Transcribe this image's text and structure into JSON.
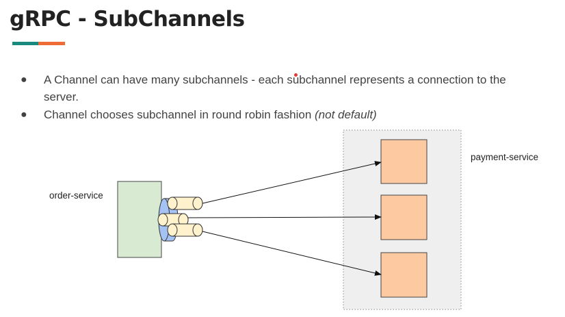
{
  "slide": {
    "title": "gRPC - SubChannels",
    "accent_colors": [
      "#1a8a7e",
      "#ee6b34"
    ]
  },
  "bullets": [
    {
      "text": "A Channel can have many subchannels - each subchannel represents a connection to the server.",
      "italic_suffix": ""
    },
    {
      "text": "Channel chooses subchannel in round robin fashion ",
      "italic_suffix": "(not default)"
    }
  ],
  "diagram": {
    "client_label": "order-service",
    "server_label": "payment-service",
    "client_color": "#d9ead3",
    "channel_color": "#a4c2f4",
    "subchannel_color": "#fff2cc",
    "server_instance_color": "#fcc9a1",
    "server_group_color": "#efefef",
    "server_instance_count": 3,
    "subchannel_count": 3
  }
}
